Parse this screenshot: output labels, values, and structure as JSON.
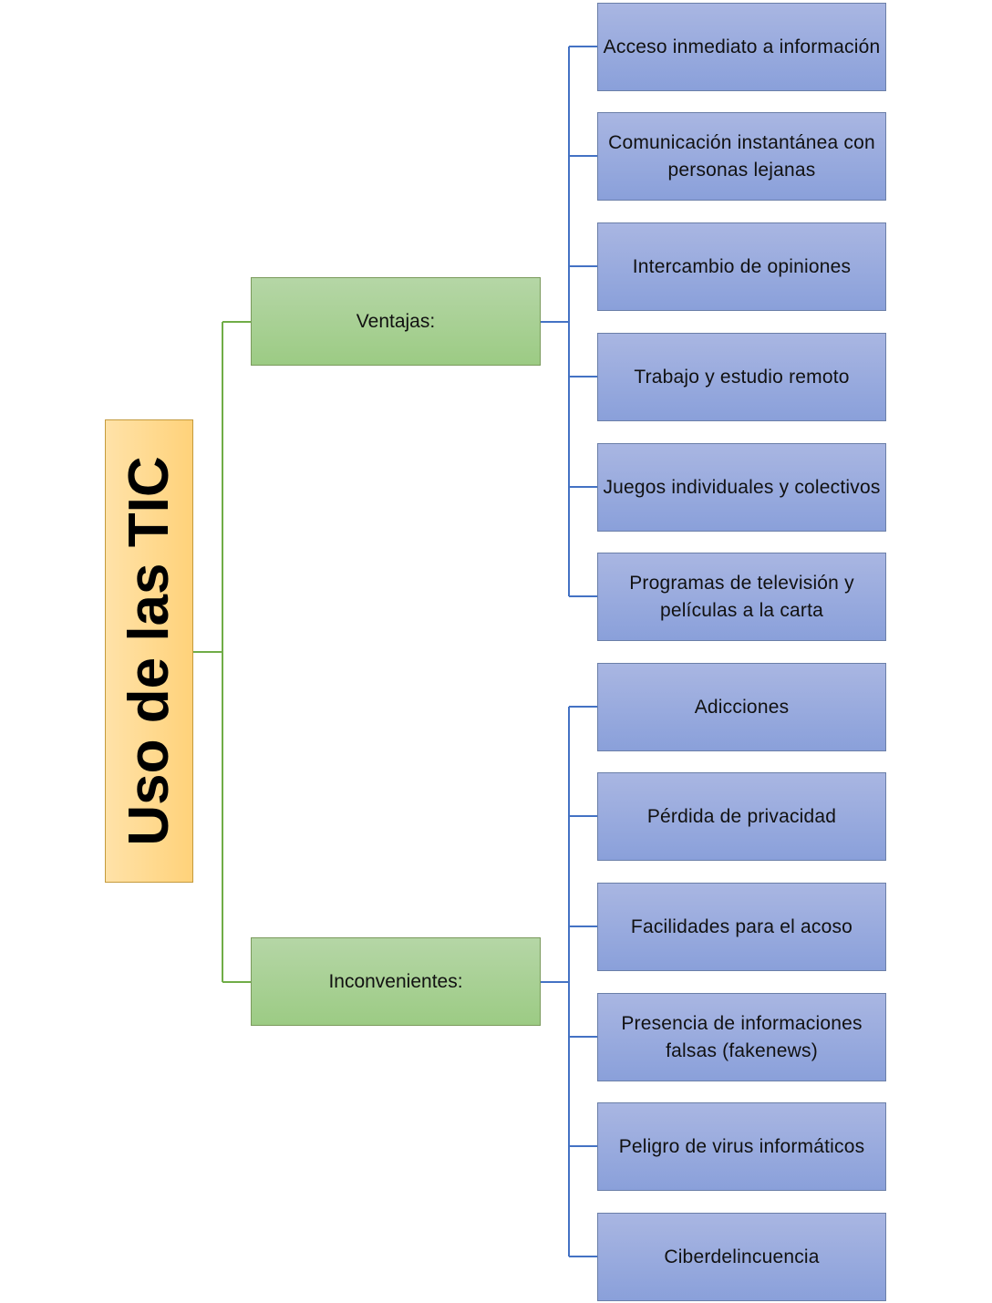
{
  "diagram": {
    "root": {
      "label": "Uso de las TIC"
    },
    "ventajas": {
      "label": "Ventajas:",
      "items": [
        "Acceso inmediato a información",
        "Comunicación instantánea con personas lejanas",
        "Intercambio de opiniones",
        "Trabajo y estudio remoto",
        "Juegos individuales y colectivos",
        "Programas de televisión y películas a la carta"
      ]
    },
    "inconvenientes": {
      "label": "Inconvenientes:",
      "items": [
        "Adicciones",
        "Pérdida de privacidad",
        "Facilidades para el acoso",
        "Presencia de informaciones falsas (fakenews)",
        "Peligro de virus informáticos",
        "Ciberdelincuencia"
      ]
    },
    "colors": {
      "root_fill": "#ffd27a",
      "category_fill": "#9ccb84",
      "leaf_fill": "#8aa0da",
      "root_connector": "#70ad47",
      "leaf_connector": "#4472c4"
    }
  }
}
